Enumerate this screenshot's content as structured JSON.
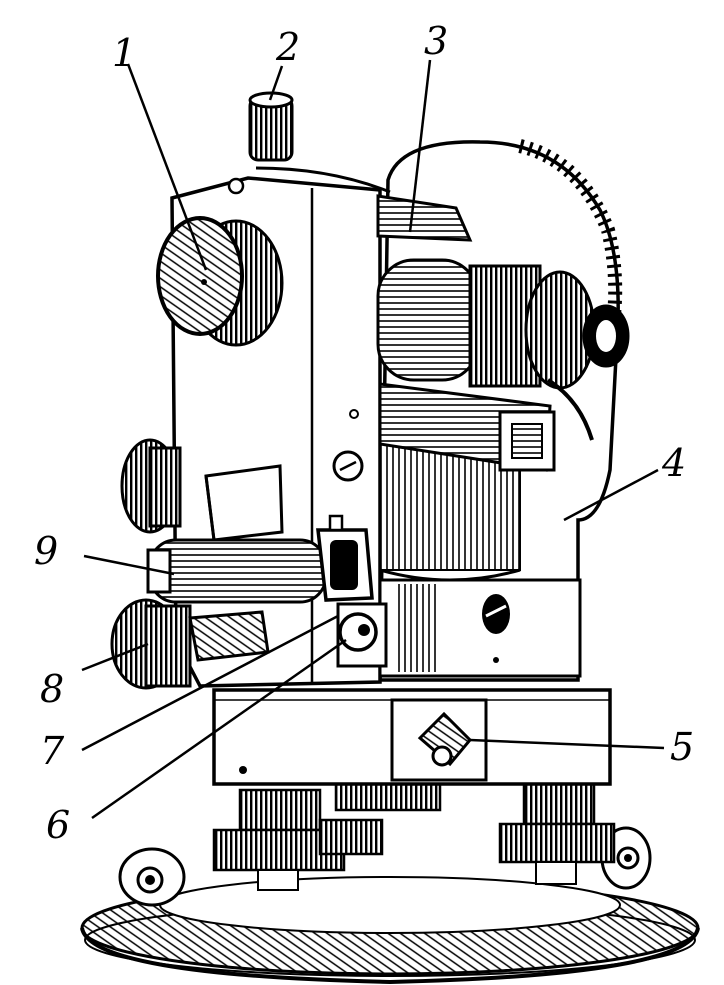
{
  "figure": {
    "style": "black-and-white technical line drawing",
    "subject_colors": {
      "ink": "#000000",
      "paper": "#ffffff"
    },
    "callouts": [
      {
        "id": "1",
        "label": "1"
      },
      {
        "id": "2",
        "label": "2"
      },
      {
        "id": "3",
        "label": "3"
      },
      {
        "id": "4",
        "label": "4"
      },
      {
        "id": "5",
        "label": "5"
      },
      {
        "id": "6",
        "label": "6"
      },
      {
        "id": "7",
        "label": "7"
      },
      {
        "id": "8",
        "label": "8"
      },
      {
        "id": "9",
        "label": "9"
      }
    ]
  }
}
